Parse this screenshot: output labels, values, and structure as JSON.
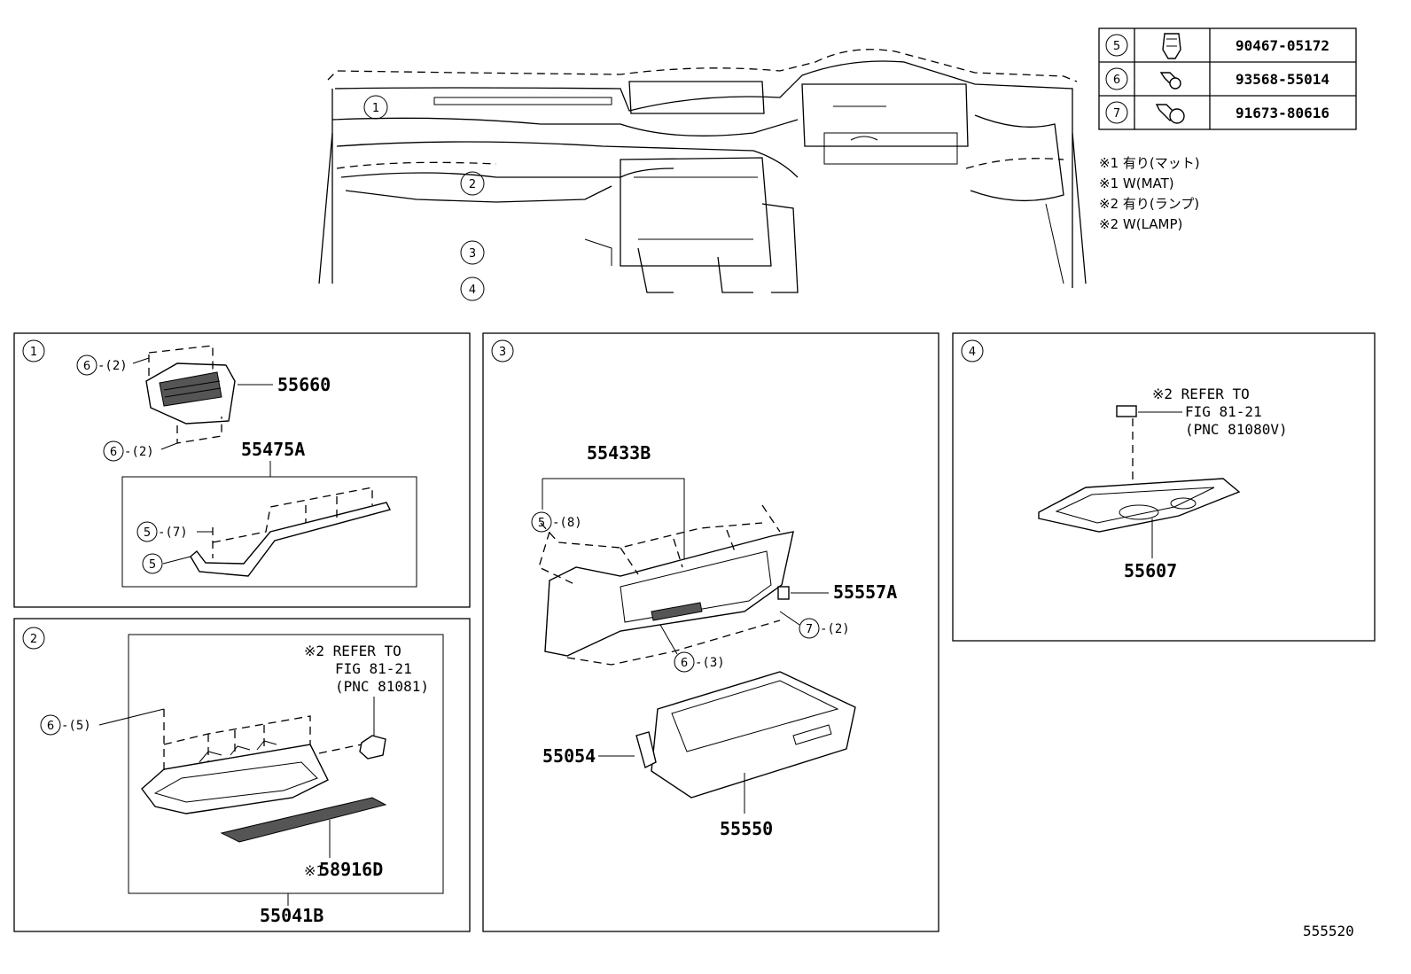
{
  "fastener_table": [
    {
      "key": "5",
      "part_no": "90467-05172",
      "icon": "clip-icon"
    },
    {
      "key": "6",
      "part_no": "93568-55014",
      "icon": "screw-icon"
    },
    {
      "key": "7",
      "part_no": "91673-80616",
      "icon": "bolt-icon"
    }
  ],
  "notes": [
    "※1 有り(マット)",
    "※1 W(MAT)",
    "※2 有り(ランプ)",
    "※2 W(LAMP)"
  ],
  "overview_callouts": [
    "1",
    "2",
    "3",
    "4"
  ],
  "panels": {
    "p1": {
      "id": "1",
      "parts": {
        "a": "55660",
        "b": "55475A"
      },
      "callouts": {
        "c1": "6",
        "q1": "-(2)",
        "c2": "6",
        "q2": "-(2)",
        "c3": "5",
        "q3": "-(7)",
        "c4": "5"
      }
    },
    "p2": {
      "id": "2",
      "refer": [
        "※2 REFER TO",
        "FIG 81-21",
        "(PNC 81081)"
      ],
      "parts": {
        "a": "58916D",
        "a_mark": "※1",
        "b": "55041B"
      },
      "callouts": {
        "c1": "6",
        "q1": "-(5)"
      }
    },
    "p3": {
      "id": "3",
      "parts": {
        "a": "55433B",
        "b": "55557A",
        "c": "55054",
        "d": "55550"
      },
      "callouts": {
        "c1": "5",
        "q1": "-(8)",
        "c2": "7",
        "q2": "-(2)",
        "c3": "6",
        "q3": "-(3)"
      }
    },
    "p4": {
      "id": "4",
      "refer": [
        "※2 REFER TO",
        "FIG 81-21",
        "(PNC 81080V)"
      ],
      "parts": {
        "a": "55607"
      }
    }
  },
  "figure_id": "555520"
}
